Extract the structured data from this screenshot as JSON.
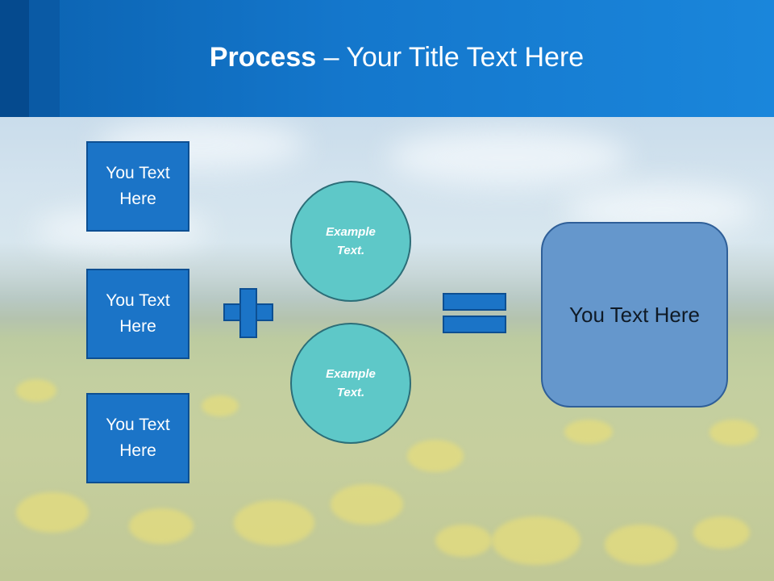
{
  "slide": {
    "title_bold": "Process",
    "title_rest": " – Your Title Text Here",
    "boxes": [
      {
        "label": "You Text Here"
      },
      {
        "label": "You Text Here"
      },
      {
        "label": "You Text Here"
      }
    ],
    "circles": [
      {
        "label": "Example Text."
      },
      {
        "label": "Example Text."
      }
    ],
    "result_label": "You Text Here",
    "colors": {
      "header": "#1477cc",
      "box_fill": "#1b74c7",
      "circle_fill": "#5ec8c8",
      "result_fill": "#6597cc"
    },
    "icons": {
      "plus": "plus-icon",
      "equals": "equals-icon"
    }
  }
}
